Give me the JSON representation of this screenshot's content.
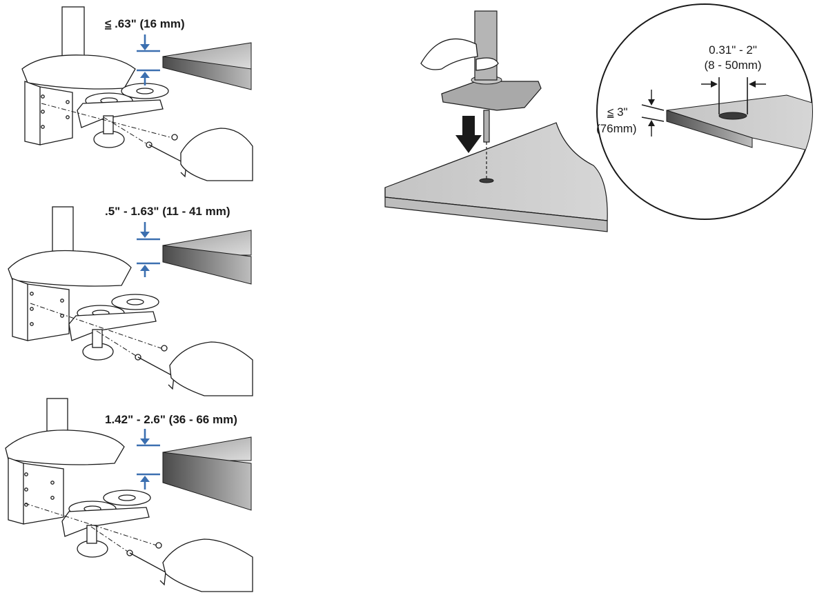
{
  "panels": [
    {
      "label_prefix": "≤",
      "label_rest": " .63\" (16 mm)"
    },
    {
      "label_prefix": "",
      "label_rest": ".5\" - 1.63\" (11 - 41 mm)"
    },
    {
      "label_prefix": "",
      "label_rest": "1.42\" - 2.6\" (36 - 66 mm)"
    }
  ],
  "grommet": {
    "hole_label_line1": "0.31\" - 2\"",
    "hole_label_line2": "(8 - 50mm)",
    "thickness_prefix": "≤",
    "thickness_line1_rest": " 3\"",
    "thickness_line2": "(76mm)"
  },
  "colors": {
    "accent_blue": "#3b6fb0",
    "desk_gray": "#c7c7c7",
    "desk_dark": "#3a3a3a"
  }
}
